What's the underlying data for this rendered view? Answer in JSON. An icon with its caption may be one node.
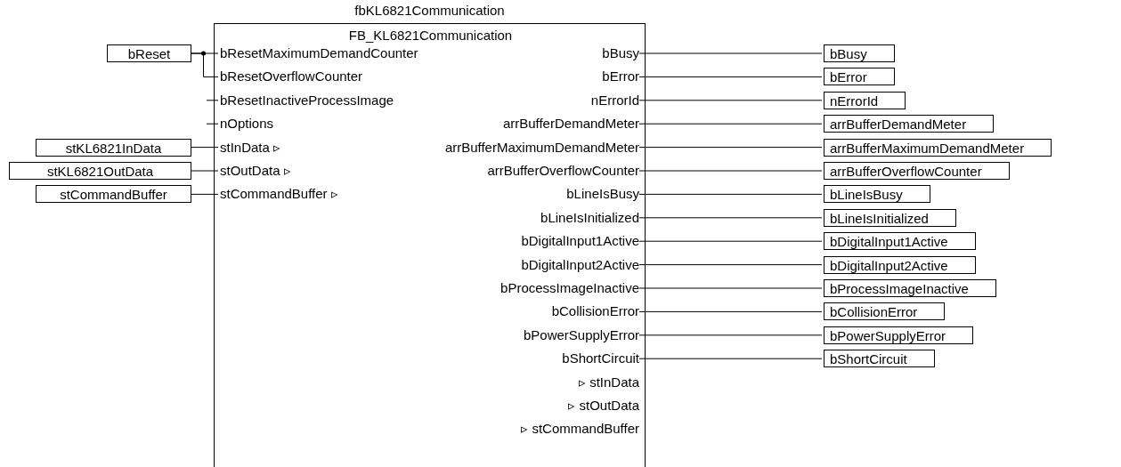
{
  "diagram": {
    "nodes": [
      {
        "text": [
          "fbKL6821Communication",
          "FB_KL6821Communication"
        ]
      },
      {
        "text": [
          "bReset"
        ]
      },
      {
        "text": [
          "stKL6821InData"
        ]
      },
      {
        "text": [
          "stKL6821OutData"
        ]
      },
      {
        "text": [
          "stCommandBuffer"
        ]
      },
      {
        "text": [
          "bResetMaximumDemandCounter"
        ],
        "in": 0
      },
      {
        "text": [
          "bResetOverflowCounter"
        ],
        "in": 0
      },
      {
        "text": [
          "bResetInactiveProcessImage"
        ],
        "in": 0
      },
      {
        "text": [
          "nOptions"
        ],
        "in": 0
      },
      {
        "text": [
          "stInData ▹"
        ],
        "in": 0
      },
      {
        "text": [
          "stOutData ▹"
        ],
        "in": 0
      },
      {
        "text": [
          "stCommandBuffer ▹"
        ],
        "in": 0
      },
      {
        "text": [
          "bBusy"
        ],
        "in": 0
      },
      {
        "text": [
          "bError"
        ],
        "in": 0
      },
      {
        "text": [
          "nErrorId"
        ],
        "in": 0
      },
      {
        "text": [
          "arrBufferDemandMeter"
        ],
        "in": 0
      },
      {
        "text": [
          "arrBufferMaximumDemandMeter"
        ],
        "in": 0
      },
      {
        "text": [
          "arrBufferOverflowCounter"
        ],
        "in": 0
      },
      {
        "text": [
          "bLineIsBusy"
        ],
        "in": 0
      },
      {
        "text": [
          "bLineIsInitialized"
        ],
        "in": 0
      },
      {
        "text": [
          "bDigitalInput1Active"
        ],
        "in": 0
      },
      {
        "text": [
          "bDigitalInput2Active"
        ],
        "in": 0
      },
      {
        "text": [
          "bProcessImageInactive"
        ],
        "in": 0
      },
      {
        "text": [
          "bCollisionError"
        ],
        "in": 0
      },
      {
        "text": [
          "bPowerSupplyError"
        ],
        "in": 0
      },
      {
        "text": [
          "bShortCircuit"
        ],
        "in": 0
      },
      {
        "text": [
          "▹ stInData"
        ],
        "in": 0
      },
      {
        "text": [
          "▹ stOutData"
        ],
        "in": 0
      },
      {
        "text": [
          "▹ stCommandBuffer"
        ],
        "in": 0
      },
      {
        "text": [
          "bBusy"
        ]
      },
      {
        "text": [
          "bError"
        ]
      },
      {
        "text": [
          "nErrorId"
        ]
      },
      {
        "text": [
          "arrBufferDemandMeter"
        ]
      },
      {
        "text": [
          "arrBufferMaximumDemandMeter"
        ]
      },
      {
        "text": [
          "arrBufferOverflowCounter"
        ]
      },
      {
        "text": [
          "bLineIsBusy"
        ]
      },
      {
        "text": [
          "bLineIsInitialized"
        ]
      },
      {
        "text": [
          "bDigitalInput1Active"
        ]
      },
      {
        "text": [
          "bDigitalInput2Active"
        ]
      },
      {
        "text": [
          "bProcessImageInactive"
        ]
      },
      {
        "text": [
          "bCollisionError"
        ]
      },
      {
        "text": [
          "bPowerSupplyError"
        ]
      },
      {
        "text": [
          "bShortCircuit"
        ]
      }
    ],
    "edges": [
      {
        "from": 1,
        "to": 5,
        "arrow": "none"
      },
      {
        "from": 1,
        "to": 6,
        "arrow": "none"
      },
      {
        "from": null,
        "to": 7,
        "arrow": "none"
      },
      {
        "from": null,
        "to": 8,
        "arrow": "none"
      },
      {
        "from": 2,
        "to": 9,
        "arrow": "none"
      },
      {
        "from": 3,
        "to": 10,
        "arrow": "none"
      },
      {
        "from": 4,
        "to": 11,
        "arrow": "none"
      },
      {
        "from": 12,
        "to": 29,
        "arrow": "none"
      },
      {
        "from": 13,
        "to": 30,
        "arrow": "none"
      },
      {
        "from": 14,
        "to": 31,
        "arrow": "none"
      },
      {
        "from": 15,
        "to": 32,
        "arrow": "none"
      },
      {
        "from": 16,
        "to": 33,
        "arrow": "none"
      },
      {
        "from": 17,
        "to": 34,
        "arrow": "none"
      },
      {
        "from": 18,
        "to": 35,
        "arrow": "none"
      },
      {
        "from": 19,
        "to": 36,
        "arrow": "none"
      },
      {
        "from": 20,
        "to": 37,
        "arrow": "none"
      },
      {
        "from": 21,
        "to": 38,
        "arrow": "none"
      },
      {
        "from": 22,
        "to": 39,
        "arrow": "none"
      },
      {
        "from": 23,
        "to": 40,
        "arrow": "none"
      },
      {
        "from": 24,
        "to": 41,
        "arrow": "none"
      },
      {
        "from": 25,
        "to": 42,
        "arrow": "none"
      }
    ]
  }
}
